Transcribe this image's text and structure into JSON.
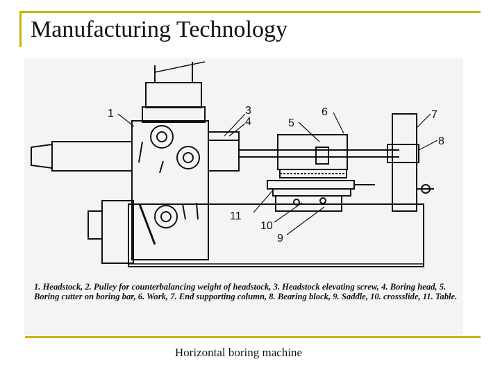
{
  "slide": {
    "title": "Manufacturing Technology",
    "caption": "Horizontal boring machine"
  },
  "figure": {
    "callouts": [
      "1",
      "3",
      "4",
      "5",
      "6",
      "7",
      "8",
      "9",
      "10",
      "11"
    ],
    "legend_text": "1. Headstock, 2. Pulley for counterbalancing weight of headstock, 3. Headstock elevating screw, 4. Boring head, 5. Boring cutter on boring bar, 6. Work, 7. End supporting column, 8. Bearing block, 9. Saddle, 10. crossslide, 11. Table."
  },
  "colors": {
    "accent": "#c8b400",
    "ink": "#111111",
    "figure_bg": "#f4f4f2"
  }
}
